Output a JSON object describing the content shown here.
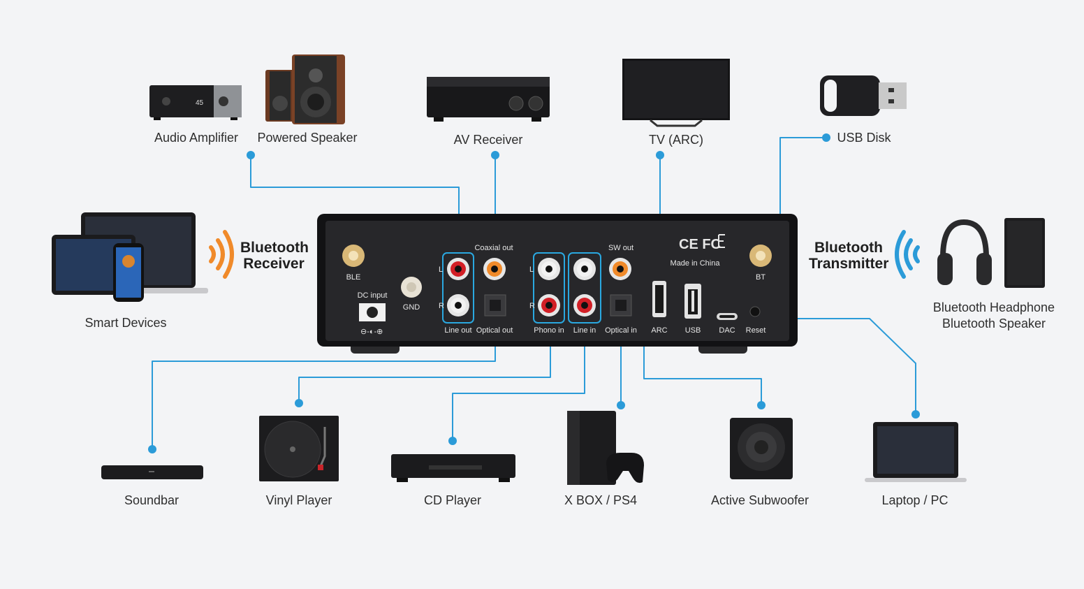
{
  "devices_top": {
    "audio_amplifier": "Audio Amplifier",
    "powered_speaker": "Powered Speaker",
    "av_receiver": "AV Receiver",
    "tv_arc": "TV (ARC)",
    "usb_disk": "USB Disk",
    "amp_display": "45"
  },
  "devices_side": {
    "smart_devices": "Smart Devices",
    "bt_receiver_line1": "Bluetooth",
    "bt_receiver_line2": "Receiver",
    "bt_transmitter_line1": "Bluetooth",
    "bt_transmitter_line2": "Transmitter",
    "bt_headphone": "Bluetooth Headphone",
    "bt_speaker": "Bluetooth Speaker"
  },
  "devices_bottom": {
    "soundbar": "Soundbar",
    "vinyl_player": "Vinyl Player",
    "cd_player": "CD Player",
    "xbox_ps4": "X BOX / PS4",
    "active_subwoofer": "Active Subwoofer",
    "laptop_pc": "Laptop / PC"
  },
  "panel": {
    "ble": "BLE",
    "dc_input": "DC input",
    "gnd": "GND",
    "coaxial_out": "Coaxial out",
    "line_out": "Line out",
    "optical_out": "Optical out",
    "phono_in": "Phono in",
    "line_in": "Line in",
    "sw_out": "SW out",
    "optical_in": "Optical in",
    "arc": "ARC",
    "usb": "USB",
    "dac": "DAC",
    "reset": "Reset",
    "bt": "BT",
    "made_in": "Made in China",
    "cert": "CE FC",
    "ch_l": "L",
    "ch_r": "R"
  },
  "colors": {
    "wire": "#2b9bd8",
    "panel": "#1d1d1f",
    "highlight": "#2aa8e0",
    "bt_orange": "#f08a2a",
    "bt_blue": "#2b9bd8"
  }
}
